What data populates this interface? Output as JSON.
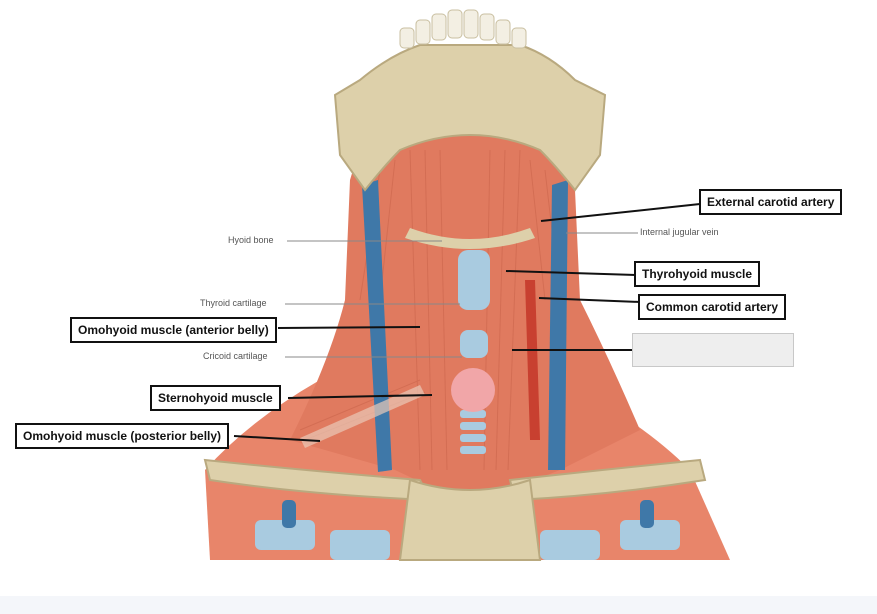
{
  "labels": {
    "external_carotid_artery": "External carotid artery",
    "internal_jugular_vein": "Internal jugular vein",
    "hyoid_bone": "Hyoid bone",
    "thyrohyoid_muscle": "Thyrohyoid muscle",
    "thyroid_cartilage": "Thyroid cartilage",
    "common_carotid_artery": "Common carotid artery",
    "omohyoid_anterior": "Omohyoid muscle (anterior belly)",
    "cricoid_cartilage": "Cricoid cartilage",
    "sternohyoid_muscle": "Sternohyoid muscle",
    "omohyoid_posterior": "Omohyoid muscle (posterior belly)"
  },
  "colors": {
    "muscle": "#e8856a",
    "muscle_dark": "#c9644b",
    "bone": "#ddd0aa",
    "bone_shadow": "#b9a97f",
    "vein": "#3f78a8",
    "artery": "#c84030",
    "cartilage": "#a9cbe0",
    "thyroid": "#f1a6a8"
  }
}
